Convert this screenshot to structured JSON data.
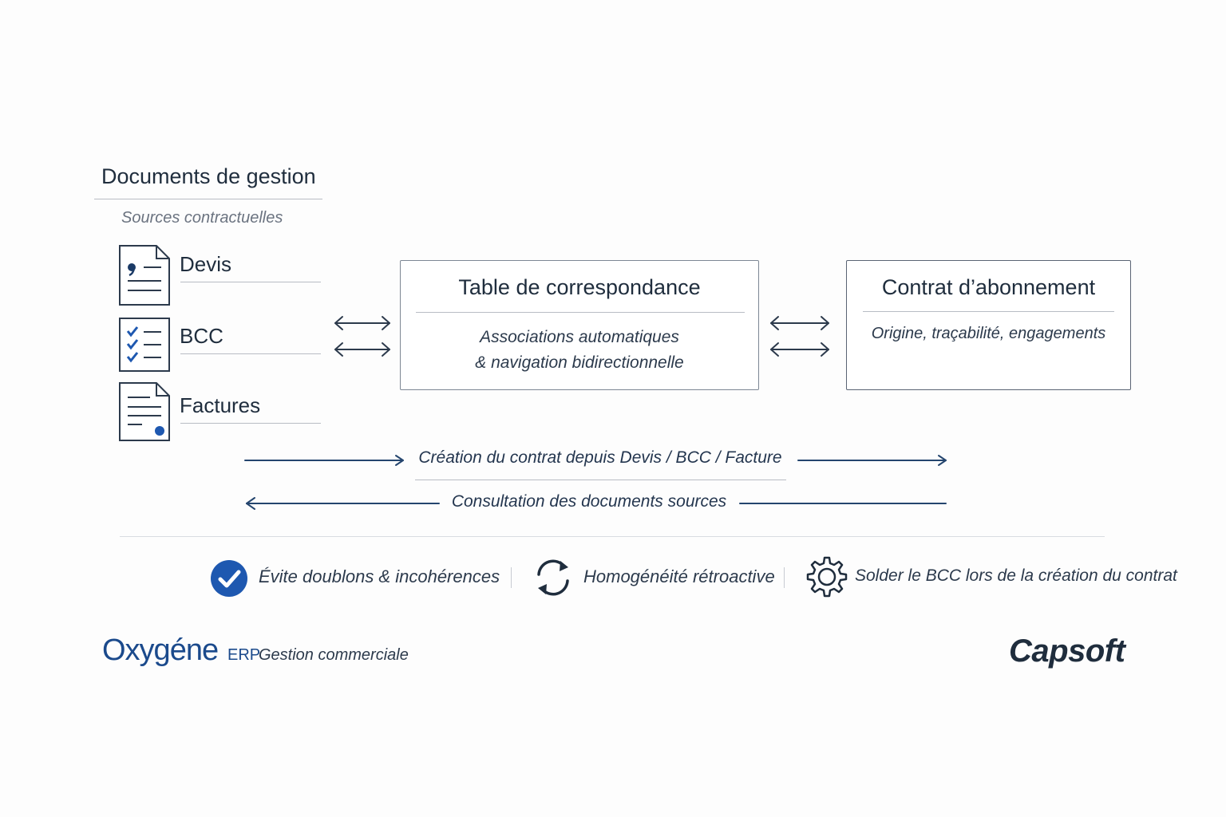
{
  "colors": {
    "navy": "#1f2d3d",
    "accent_blue": "#1b4a8c",
    "check_blue": "#1e58b0",
    "rule_gray": "#b8bcc4",
    "box_border": "#7d8794"
  },
  "sources": {
    "title": "Documents de gestion",
    "subtitle": "Sources contractuelles",
    "items": [
      {
        "label": "Devis",
        "icon": "quote-document-icon"
      },
      {
        "label": "BCC",
        "icon": "checklist-document-icon"
      },
      {
        "label": "Factures",
        "icon": "invoice-document-icon"
      }
    ]
  },
  "mapping_box": {
    "title": "Table de correspondance",
    "line1": "Associations automatiques",
    "line2": "& navigation bidirectionnelle"
  },
  "contract_box": {
    "title": "Contrat d’abonnement",
    "text": "Origine, traçabilité, engagements"
  },
  "flows": {
    "create": "Création du contrat depuis Devis / BCC / Facture",
    "consult": "Consultation des documents sources"
  },
  "benefits": [
    {
      "icon": "check-circle-icon",
      "label": "Évite doublons & incohérences"
    },
    {
      "icon": "refresh-icon",
      "label": "Homogénéité rétroactive"
    },
    {
      "icon": "gear-icon",
      "label": "Solder le BCC lors de la création du contrat"
    }
  ],
  "footer": {
    "brand": "Oxygéne",
    "erp": "ERP",
    "product": "Gestion commerciale",
    "company": "Capsoft"
  }
}
